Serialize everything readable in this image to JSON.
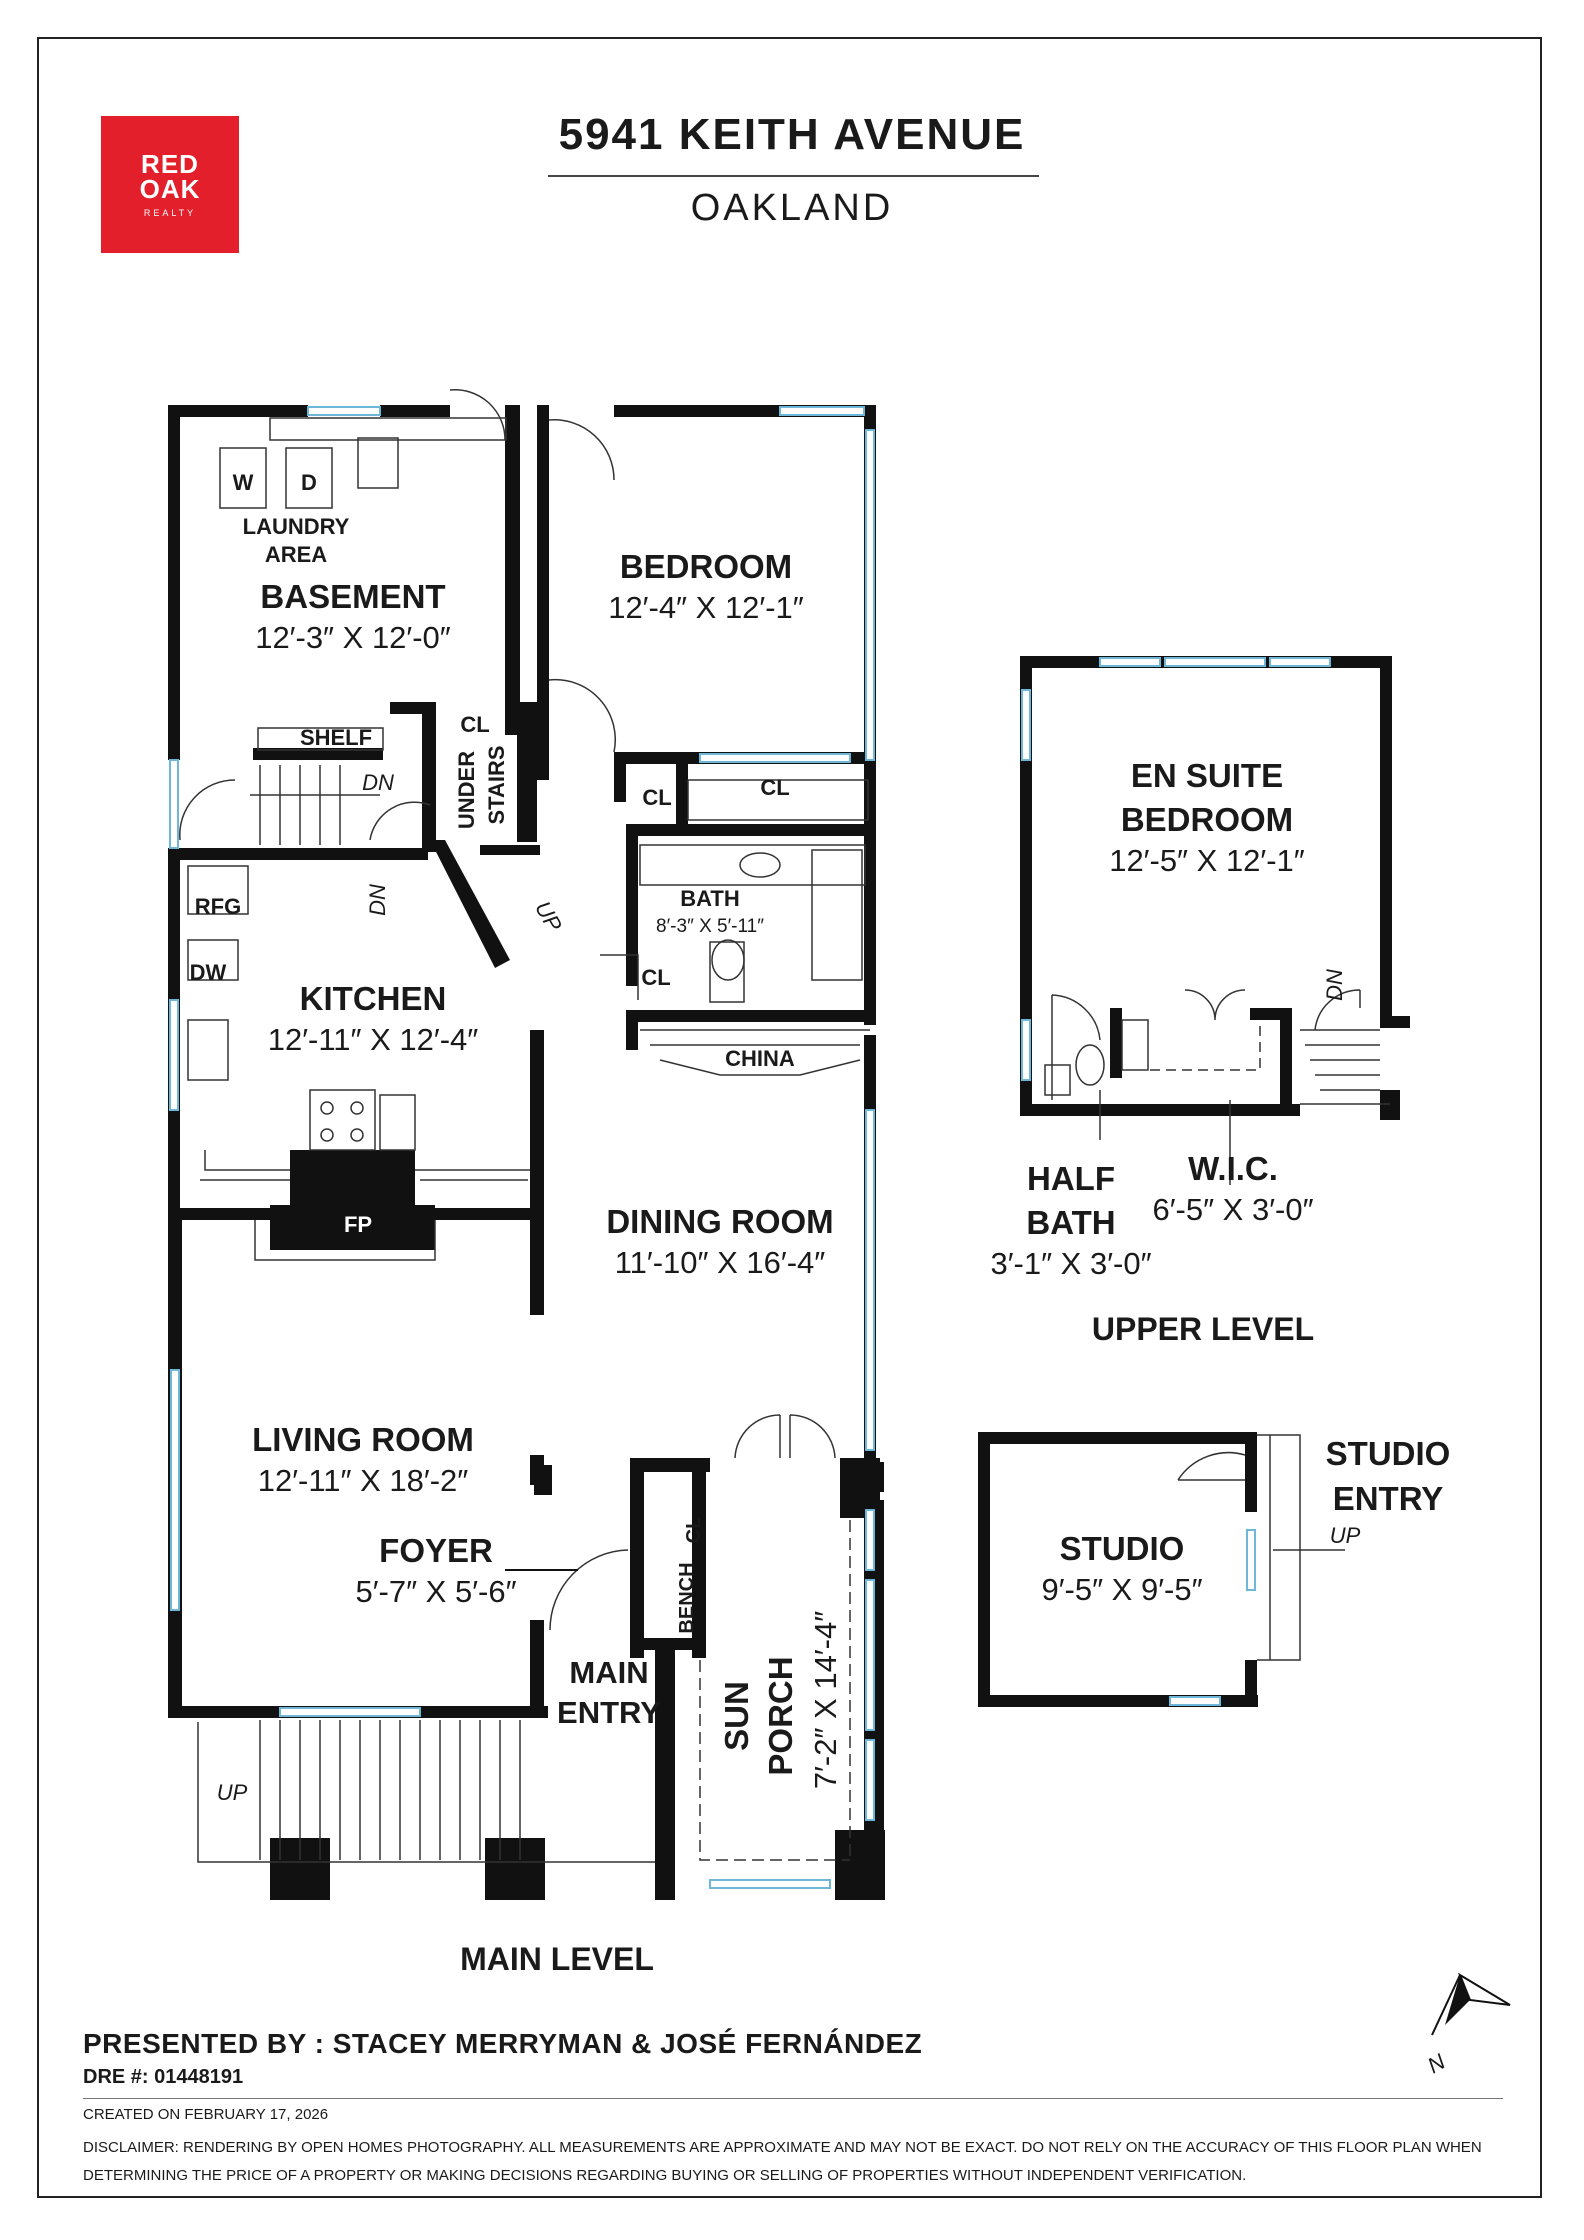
{
  "logo": {
    "line1": "RED",
    "line2": "OAK",
    "line3": "REALTY",
    "color": "#e41f2c"
  },
  "header": {
    "address": "5941 KEITH AVENUE",
    "city": "OAKLAND"
  },
  "rooms": {
    "laundry_w": "W",
    "laundry_d": "D",
    "laundry_area_1": "LAUNDRY",
    "laundry_area_2": "AREA",
    "basement_name": "BASEMENT",
    "basement_dim": "12′-3″ X 12′-0″",
    "shelf": "SHELF",
    "dn_stairs": "DN",
    "under_stairs_cl_1": "CL",
    "under_stairs_cl_2": "UNDER",
    "under_stairs_cl_3": "STAIRS",
    "bedroom_name": "BEDROOM",
    "bedroom_dim": "12′-4″ X 12′-1″",
    "cl_small": "CL",
    "cl_wide": "CL",
    "bath_name": "BATH",
    "bath_dim": "8′-3″ X 5′-11″",
    "cl_bath": "CL",
    "rfg": "RFG",
    "dw": "DW",
    "dn_kitchen": "DN",
    "up_kitchen": "UP",
    "kitchen_name": "KITCHEN",
    "kitchen_dim": "12′-11″ X 12′-4″",
    "china": "CHINA",
    "fp": "FP",
    "dining_name": "DINING ROOM",
    "dining_dim": "11′-10″ X 16′-4″",
    "living_name": "LIVING ROOM",
    "living_dim": "12′-11″ X 18′-2″",
    "foyer_name": "FOYER",
    "foyer_dim": "5′-7″ X 5′-6″",
    "cl_foyer": "CL",
    "bench": "BENCH",
    "main_entry_1": "MAIN",
    "main_entry_2": "ENTRY",
    "sun_porch_1": "SUN",
    "sun_porch_2": "PORCH",
    "sun_porch_dim": "7′-2″ X 14′-4″",
    "up_main": "UP",
    "main_level": "MAIN LEVEL",
    "ensuite_1": "EN SUITE",
    "ensuite_2": "BEDROOM",
    "ensuite_dim": "12′-5″ X 12′-1″",
    "dn_upper": "DN",
    "half_bath_1": "HALF",
    "half_bath_2": "BATH",
    "half_bath_dim": "3′-1″ X 3′-0″",
    "wic_name": "W.I.C.",
    "wic_dim": "6′-5″ X 3′-0″",
    "upper_level": "UPPER LEVEL",
    "studio_entry_1": "STUDIO",
    "studio_entry_2": "ENTRY",
    "up_studio": "UP",
    "studio_name": "STUDIO",
    "studio_dim": "9′-5″ X 9′-5″",
    "north": "N"
  },
  "footer": {
    "presented_by": "PRESENTED BY : STACEY MERRYMAN & JOSÉ FERNÁNDEZ",
    "dre": "DRE #: 01448191",
    "created": "CREATED ON FEBRUARY 17, 2026",
    "disclaimer": "DISCLAIMER: RENDERING BY OPEN HOMES PHOTOGRAPHY. ALL MEASUREMENTS ARE APPROXIMATE AND MAY NOT BE EXACT. DO NOT RELY ON THE ACCURACY OF THIS FLOOR PLAN WHEN DETERMINING THE PRICE OF A PROPERTY OR MAKING DECISIONS REGARDING BUYING OR SELLING OF PROPERTIES WITHOUT INDEPENDENT VERIFICATION."
  },
  "colors": {
    "wall": "#111111",
    "window": "#6fb7d8",
    "text": "#1a1a1a"
  }
}
